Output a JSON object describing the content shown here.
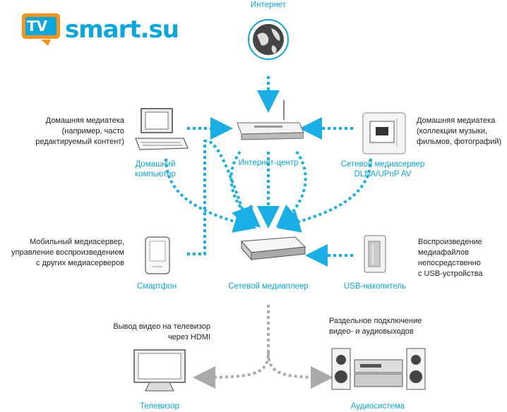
{
  "logo": {
    "badge": "TV",
    "text": "smart.su"
  },
  "nodes": {
    "internet": {
      "label": "Интернет"
    },
    "router": {
      "label": "Интернет-центр"
    },
    "pc": {
      "label": "Домашний\nкомпьютер",
      "desc": "Домашняя медиатека\n(например, часто\nредактируемый контент)"
    },
    "nas": {
      "label": "Сетевой медиасервер\nDLNA/UPnP AV",
      "desc": "Домашняя медиатека\n(коллекции музыки,\nфильмов, фотографий)"
    },
    "smartphone": {
      "label": "Смартфон",
      "desc": "Мобильный медиасервер,\nуправление воспроизведением\nс других медиасерверов"
    },
    "player": {
      "label": "Сетевой медиаплеер"
    },
    "usb": {
      "label": "USB-накопитель",
      "desc": "Воспроизведение\nмедиафайлов\nнепосредственно\nс USB-устройства"
    },
    "tv": {
      "label": "Телевизор",
      "desc": "Вывод видео на телевизор\nчерез HDMI"
    },
    "audio": {
      "label": "Аудиосистема",
      "desc": "Раздельное подключение\nвидео- и аудиовыходов"
    }
  },
  "colors": {
    "accent": "#0aa6dc",
    "logo_orange": "#f7941d",
    "link": "#19aee6",
    "output_link": "#aaaaaa"
  },
  "icons": {
    "internet": "globe-icon",
    "router": "router-icon",
    "pc": "desktop-computer-icon",
    "nas": "media-server-icon",
    "smartphone": "smartphone-icon",
    "player": "media-player-icon",
    "usb": "usb-drive-icon",
    "tv": "tv-icon",
    "audio": "audio-system-icon"
  }
}
